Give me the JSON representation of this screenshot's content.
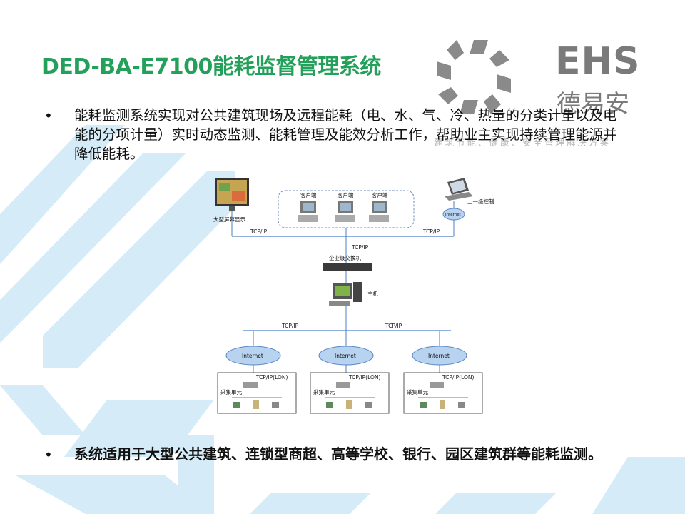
{
  "slide": {
    "title": "DED-BA-E7100能耗监督管理系统",
    "paragraph_1": "能耗监测系统实现对公共建筑现场及远程能耗（电、水、气、冷、热量的分类计量以及电能的分项计量）实时动态监测、能耗管理及能效分析工作，帮助业主实现持续管理能源并降低能耗。",
    "paragraph_2": "系统适用于大型公共建筑、连锁型商超、高等学校、银行、园区建筑群等能耗监测。",
    "bullet_symbol": "•"
  },
  "logo": {
    "brand": "EHS",
    "brand_cn": "德易安",
    "slogan": "建筑节能、健康、安全管理解决方案"
  },
  "diagram": {
    "big_screen_label": "大型屏幕显示",
    "client_label": "客户端",
    "clients": [
      "客户端",
      "客户端",
      "客户端"
    ],
    "upper_control_label": "上一级控制",
    "internet_small_label": "Internet",
    "tcpip_left": "TCP/IP",
    "tcpip_right": "TCP/IP",
    "tcpip_switch": "TCP/IP",
    "switch_label": "企业级交换机",
    "host_label": "主机",
    "tcpip_bus_left": "TCP/IP",
    "tcpip_bus_right": "TCP/IP",
    "internet_label": "Internet",
    "sites": [
      {
        "cloud": "Internet",
        "proto": "TCP/IP(LON)",
        "unit": "采集单元"
      },
      {
        "cloud": "Internet",
        "proto": "TCP/IP(LON)",
        "unit": "采集单元"
      },
      {
        "cloud": "Internet",
        "proto": "TCP/IP(LON)",
        "unit": "采集单元"
      }
    ]
  },
  "colors": {
    "title_green": "#23a05a",
    "background_blue": "#bfe2f5",
    "logo_gray": "#7a7a7a",
    "network_line": "#4b7fc4"
  }
}
